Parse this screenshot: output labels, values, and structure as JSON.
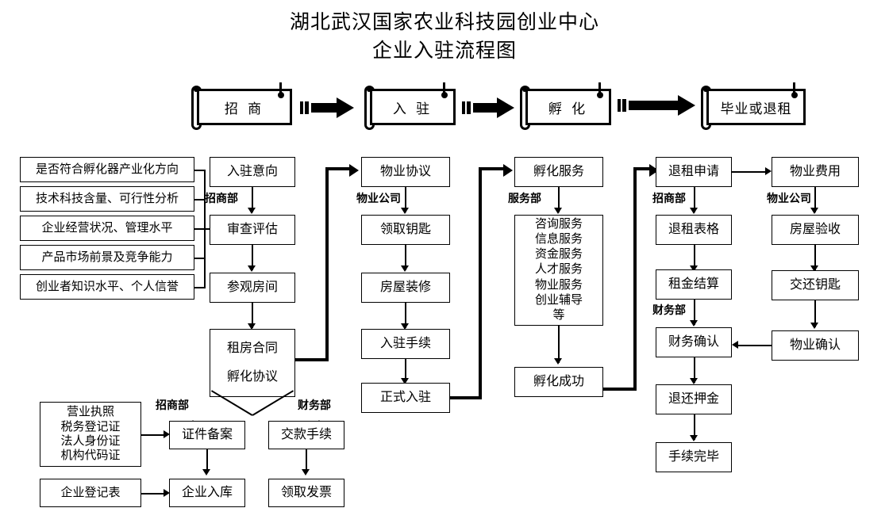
{
  "title": {
    "line1": "湖北武汉国家农业科技园创业中心",
    "line2": "企业入驻流程图"
  },
  "stages": [
    {
      "label": "招  商"
    },
    {
      "label": "入  驻"
    },
    {
      "label": "孵  化"
    },
    {
      "label": "毕业或退租"
    }
  ],
  "criteria": [
    {
      "label": "是否符合孵化器产业化方向"
    },
    {
      "label": "技术科技含量、可行性分析"
    },
    {
      "label": "企业经营状况、管理水平"
    },
    {
      "label": "产品市场前景及竞争能力"
    },
    {
      "label": "创业者知识水平、个人信誉"
    }
  ],
  "col_recruit": {
    "dept": "招商部",
    "nodes": [
      {
        "label": "入驻意向"
      },
      {
        "label": "审查评估"
      },
      {
        "label": "参观房间"
      }
    ],
    "contract": {
      "line1": "租房合同",
      "line2": "孵化协议"
    }
  },
  "col_movein": {
    "dept": "物业公司",
    "nodes": [
      {
        "label": "物业协议"
      },
      {
        "label": "领取钥匙"
      },
      {
        "label": "房屋装修"
      },
      {
        "label": "入驻手续"
      },
      {
        "label": "正式入驻"
      }
    ]
  },
  "col_incubate": {
    "dept": "服务部",
    "head": {
      "label": "孵化服务"
    },
    "services": [
      "咨询服务",
      "信息服务",
      "资金服务",
      "人才服务",
      "物业服务",
      "创业辅导",
      "等"
    ],
    "tail": {
      "label": "孵化成功"
    }
  },
  "col_exit": {
    "dept1": "招商部",
    "dept2": "财务部",
    "nodes": [
      {
        "label": "退租申请"
      },
      {
        "label": "退租表格"
      },
      {
        "label": "租金结算"
      },
      {
        "label": "财务确认"
      },
      {
        "label": "退还押金"
      },
      {
        "label": "手续完毕"
      }
    ]
  },
  "col_property": {
    "dept": "物业公司",
    "nodes": [
      {
        "label": "物业费用"
      },
      {
        "label": "房屋验收"
      },
      {
        "label": "交还钥匙"
      },
      {
        "label": "物业确认"
      }
    ]
  },
  "bottom": {
    "dept_left": "招商部",
    "dept_right": "财务部",
    "documents": [
      "营业执照",
      "税务登记证",
      "法人身份证",
      "机构代码证"
    ],
    "registration_form": "企业登记表",
    "left_nodes": [
      {
        "label": "证件备案"
      },
      {
        "label": "企业入库"
      }
    ],
    "right_nodes": [
      {
        "label": "交款手续"
      },
      {
        "label": "领取发票"
      }
    ]
  },
  "colors": {
    "stroke": "#000000",
    "background": "#ffffff"
  }
}
